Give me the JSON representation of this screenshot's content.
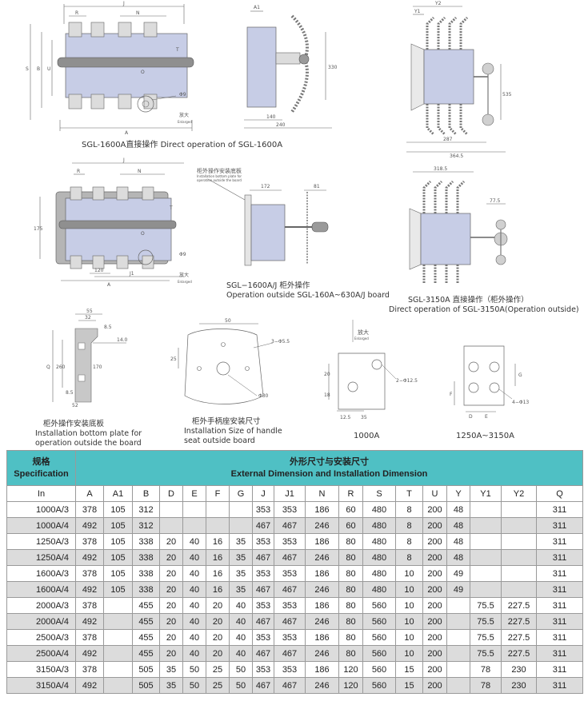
{
  "figures": {
    "f1": {
      "caption": "SGL-1600A直接操作 Direct operation of SGL-1600A",
      "dims": {
        "J": "J",
        "R": "R",
        "N": "N",
        "S": "S",
        "B": "B",
        "U": "U",
        "T": "T",
        "O": "O",
        "A": "A",
        "phi9": "Φ9",
        "enlarge_cn": "放大",
        "enlarge_en": "Enlarged"
      }
    },
    "f2": {
      "dims": {
        "A1": "A1",
        "d330": "330",
        "d140": "140",
        "d240": "240"
      }
    },
    "f3": {
      "dims": {
        "Y2": "Y2",
        "Y1": "Y1",
        "d535": "535",
        "d287": "287",
        "d364": "364.5"
      }
    },
    "f4": {
      "dims": {
        "J": "J",
        "R": "R",
        "N": "N",
        "T": "T",
        "O": "O",
        "d175": "175",
        "d120": "120",
        "A": "A",
        "J1": "J1",
        "phi9": "Φ9",
        "enlarge_cn": "放大",
        "enlarge_en": "Enlarged"
      }
    },
    "f5": {
      "label_cn": "柜外操作安装底板",
      "label_en1": "Installation bottom plate for",
      "label_en2": "operation outside the board",
      "dims": {
        "d172": "172",
        "d81": "81"
      },
      "caption_cn": "SGL−1600A/J 柜外操作",
      "caption_en": "Operation outside SGL-160A~630A/J board"
    },
    "f6": {
      "dims": {
        "d318": "318.5",
        "d77": "77.5"
      },
      "caption_cn": "SGL-3150A 直接操作（柜外操作）",
      "caption_en": "Direct operation of SGL-3150A(Operation outside)"
    },
    "f7": {
      "dims": {
        "d55": "55",
        "d32": "32",
        "d85": "8.5",
        "d14": "14.0",
        "Q": "Q",
        "d260": "260",
        "d170": "170",
        "d85b": "8.5",
        "d52": "52"
      },
      "caption_cn": "柜外操作安装底板",
      "caption_en1": "Installation bottom plate for",
      "caption_en2": "operation outside the board"
    },
    "f8": {
      "dims": {
        "d50": "50",
        "d25": "25",
        "hole": "3−Φ5.5",
        "phi30": "Φ30"
      },
      "caption_cn": "柜外手柄座安装尺寸",
      "caption_en1": "Installation Size of handle",
      "caption_en2": "seat outside board"
    },
    "f9": {
      "enlarge_cn": "放大",
      "enlarge_en": "Enlarged",
      "dims": {
        "d20": "20",
        "d18": "18",
        "d125": "12.5",
        "d35": "35",
        "hole": "2−Φ12.5"
      },
      "caption": "1000A"
    },
    "f10": {
      "dims": {
        "G": "G",
        "F": "F",
        "D": "D",
        "E": "E",
        "hole": "4−Φ13"
      },
      "caption": "1250A~3150A"
    }
  },
  "table": {
    "spec_cn": "规格",
    "spec_en": "Specification",
    "dim_cn": "外形尺寸与安装尺寸",
    "dim_en": "External Dimension and Installation Dimension",
    "columns": [
      "In",
      "A",
      "A1",
      "B",
      "D",
      "E",
      "F",
      "G",
      "J",
      "J1",
      "N",
      "R",
      "S",
      "T",
      "U",
      "Y",
      "Y1",
      "Y2",
      "Q"
    ],
    "rows": [
      [
        "1000A/3",
        "378",
        "105",
        "312",
        "",
        "",
        "",
        "",
        "353",
        "353",
        "186",
        "60",
        "480",
        "8",
        "200",
        "48",
        "",
        "",
        "311"
      ],
      [
        "1000A/4",
        "492",
        "105",
        "312",
        "",
        "",
        "",
        "",
        "467",
        "467",
        "246",
        "60",
        "480",
        "8",
        "200",
        "48",
        "",
        "",
        "311"
      ],
      [
        "1250A/3",
        "378",
        "105",
        "338",
        "20",
        "40",
        "16",
        "35",
        "353",
        "353",
        "186",
        "80",
        "480",
        "8",
        "200",
        "48",
        "",
        "",
        "311"
      ],
      [
        "1250A/4",
        "492",
        "105",
        "338",
        "20",
        "40",
        "16",
        "35",
        "467",
        "467",
        "246",
        "80",
        "480",
        "8",
        "200",
        "48",
        "",
        "",
        "311"
      ],
      [
        "1600A/3",
        "378",
        "105",
        "338",
        "20",
        "40",
        "16",
        "35",
        "353",
        "353",
        "186",
        "80",
        "480",
        "10",
        "200",
        "49",
        "",
        "",
        "311"
      ],
      [
        "1600A/4",
        "492",
        "105",
        "338",
        "20",
        "40",
        "16",
        "35",
        "467",
        "467",
        "246",
        "80",
        "480",
        "10",
        "200",
        "49",
        "",
        "",
        "311"
      ],
      [
        "2000A/3",
        "378",
        "",
        "455",
        "20",
        "40",
        "20",
        "40",
        "353",
        "353",
        "186",
        "80",
        "560",
        "10",
        "200",
        "",
        "75.5",
        "227.5",
        "311"
      ],
      [
        "2000A/4",
        "492",
        "",
        "455",
        "20",
        "40",
        "20",
        "40",
        "467",
        "467",
        "246",
        "80",
        "560",
        "10",
        "200",
        "",
        "75.5",
        "227.5",
        "311"
      ],
      [
        "2500A/3",
        "378",
        "",
        "455",
        "20",
        "40",
        "20",
        "40",
        "353",
        "353",
        "186",
        "80",
        "560",
        "10",
        "200",
        "",
        "75.5",
        "227.5",
        "311"
      ],
      [
        "2500A/4",
        "492",
        "",
        "455",
        "20",
        "40",
        "20",
        "40",
        "467",
        "467",
        "246",
        "80",
        "560",
        "10",
        "200",
        "",
        "75.5",
        "227.5",
        "311"
      ],
      [
        "3150A/3",
        "378",
        "",
        "505",
        "35",
        "50",
        "25",
        "50",
        "353",
        "353",
        "186",
        "120",
        "560",
        "15",
        "200",
        "",
        "78",
        "230",
        "311"
      ],
      [
        "3150A/4",
        "492",
        "",
        "505",
        "35",
        "50",
        "25",
        "50",
        "467",
        "467",
        "246",
        "120",
        "560",
        "15",
        "200",
        "",
        "78",
        "230",
        "311"
      ]
    ]
  }
}
